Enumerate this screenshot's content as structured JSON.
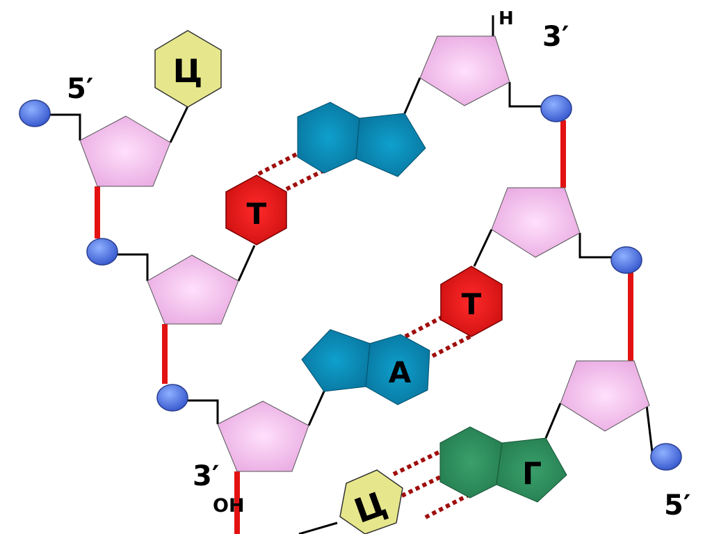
{
  "labels": {
    "end_5_top_left": "5′",
    "end_3_top_right": "3′",
    "end_3_bottom_left": "3′",
    "end_5_bottom_right": "5′",
    "h_top": "Н",
    "oh_bottom": "ОН"
  },
  "bases": {
    "c_top_left": "Ц",
    "t_left": "Т",
    "t_right": "Т",
    "a_middle": "А",
    "g_bottom": "Г",
    "c_bottom": "Ц"
  },
  "colors": {
    "sugar": "#f4c2ee",
    "phosphate": "#4f72e0",
    "backbone_bond": "#e31212",
    "hydrogen_bond": "#a00d0d",
    "cytosine": "#e6e68c",
    "thymine": "#e01010",
    "adenine": "#0a86b0",
    "guanine": "#2c8a5c"
  }
}
